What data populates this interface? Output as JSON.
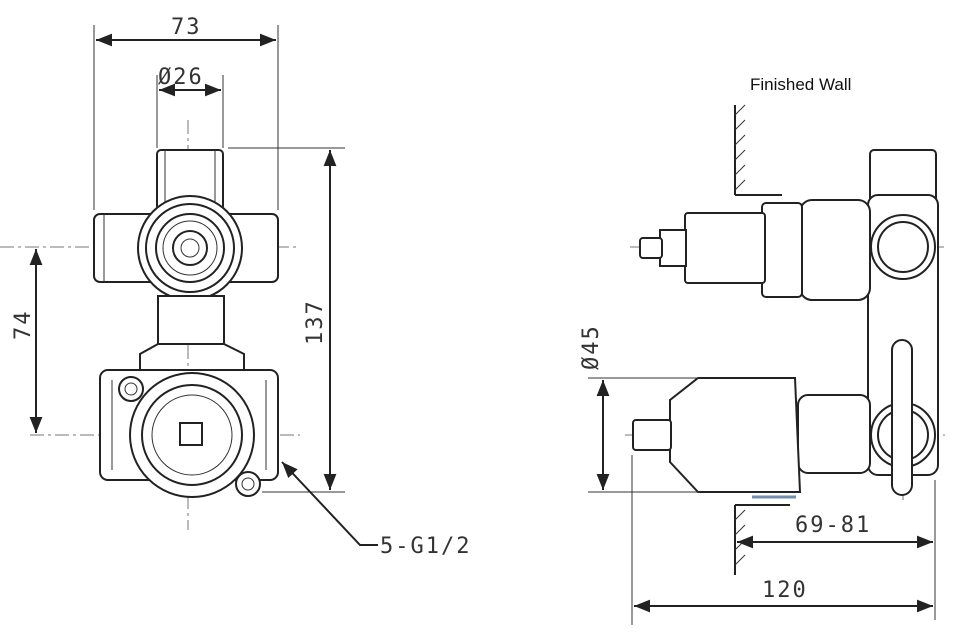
{
  "labels": {
    "finished_wall": "Finished Wall",
    "width_top": "73",
    "diameter_outlet": "Ø26",
    "height_total": "137",
    "height_centers": "74",
    "thread": "5-G1/2",
    "diameter_trim": "Ø45",
    "depth_range": "69-81",
    "depth_total": "120"
  },
  "colors": {
    "line": "#222222",
    "text": "#333333",
    "plaster_mark": "#6f8fb0"
  }
}
